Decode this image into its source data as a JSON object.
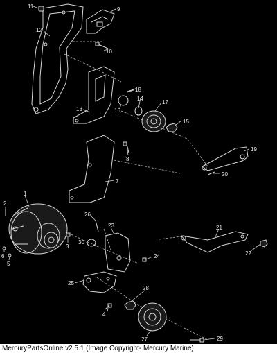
{
  "footer": {
    "text": "MercuryPartsOnline v2.5.1 (Image Copyright- Mercury Marine)"
  },
  "callouts": [
    "1",
    "2",
    "3",
    "4",
    "5",
    "6",
    "7",
    "8",
    "9",
    "10",
    "11",
    "12",
    "13",
    "14",
    "15",
    "16",
    "17",
    "18",
    "19",
    "20",
    "21",
    "22",
    "23",
    "24",
    "25",
    "26",
    "27",
    "28",
    "29",
    "30"
  ]
}
